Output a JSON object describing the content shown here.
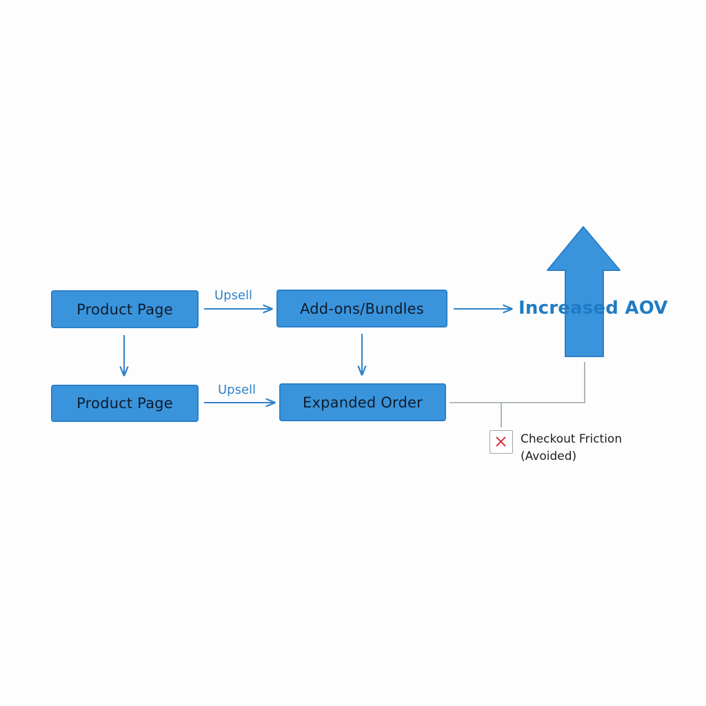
{
  "nodes": {
    "product_page_top": "Product Page",
    "product_page_bottom": "Product Page",
    "addons_bundles": "Add-ons/Bundles",
    "expanded_order": "Expanded Order"
  },
  "edges": {
    "upsell_top": "Upsell",
    "upsell_bottom": "Upsell"
  },
  "result": {
    "label": "Increased AOV"
  },
  "friction_note": {
    "line1": "Checkout Friction",
    "line2": "(Avoided)",
    "icon": "x-mark-icon"
  },
  "colors": {
    "node_fill": "#3a94dc",
    "node_border": "#2a7fc8",
    "arrow": "#2f82c9",
    "result_text": "#1f7cc4",
    "connector": "#9aa3ab",
    "x_mark": "#d9303b"
  }
}
